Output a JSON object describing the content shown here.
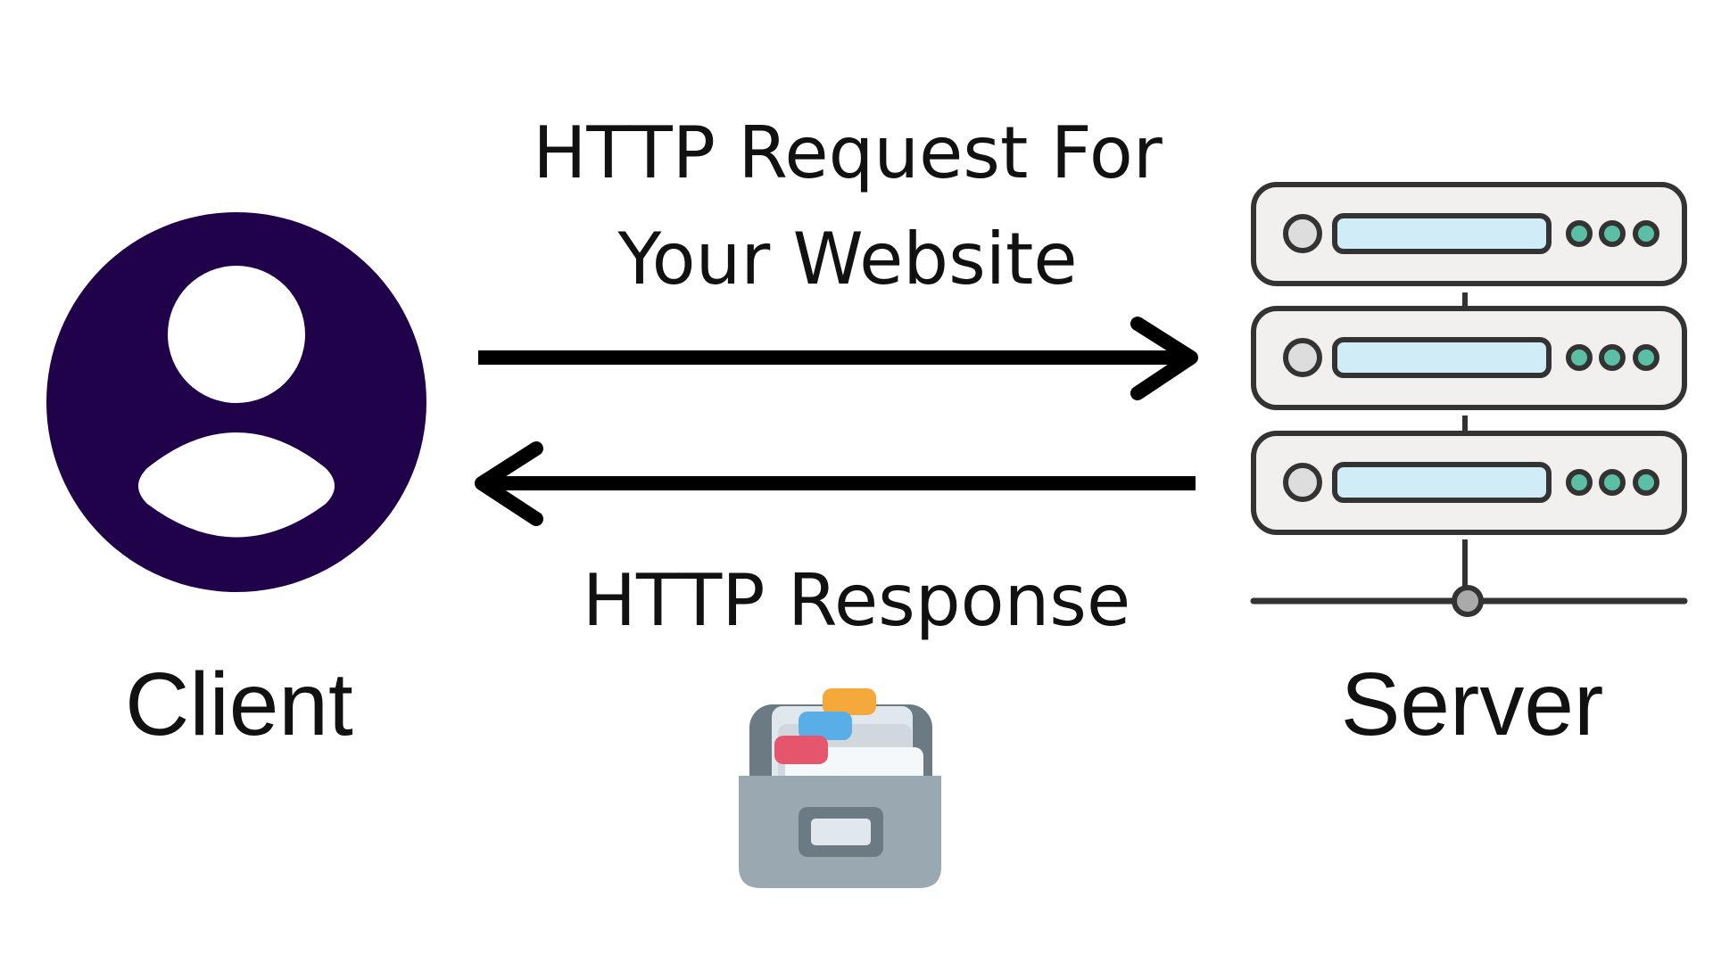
{
  "diagram": {
    "request_label_line1": "HTTP Request For",
    "request_label_line2": "Your Website",
    "response_label": "HTTP Response",
    "client_label": "Client",
    "server_label": "Server"
  },
  "icons": {
    "client": "user-icon",
    "server": "server-rack-icon",
    "files": "card-file-box-icon"
  },
  "colors": {
    "client_circle": "#1f024a",
    "arrow": "#000000",
    "server_outline": "#333333",
    "server_panel": "#f2f0ef",
    "server_display": "#d0ecf6",
    "server_led": "#5bbfa6",
    "cabinet_body": "#9aa8b2",
    "cabinet_dark": "#6c7a84",
    "tab_orange": "#f6a93b",
    "tab_blue": "#5aaee8",
    "tab_red": "#e5566c"
  }
}
